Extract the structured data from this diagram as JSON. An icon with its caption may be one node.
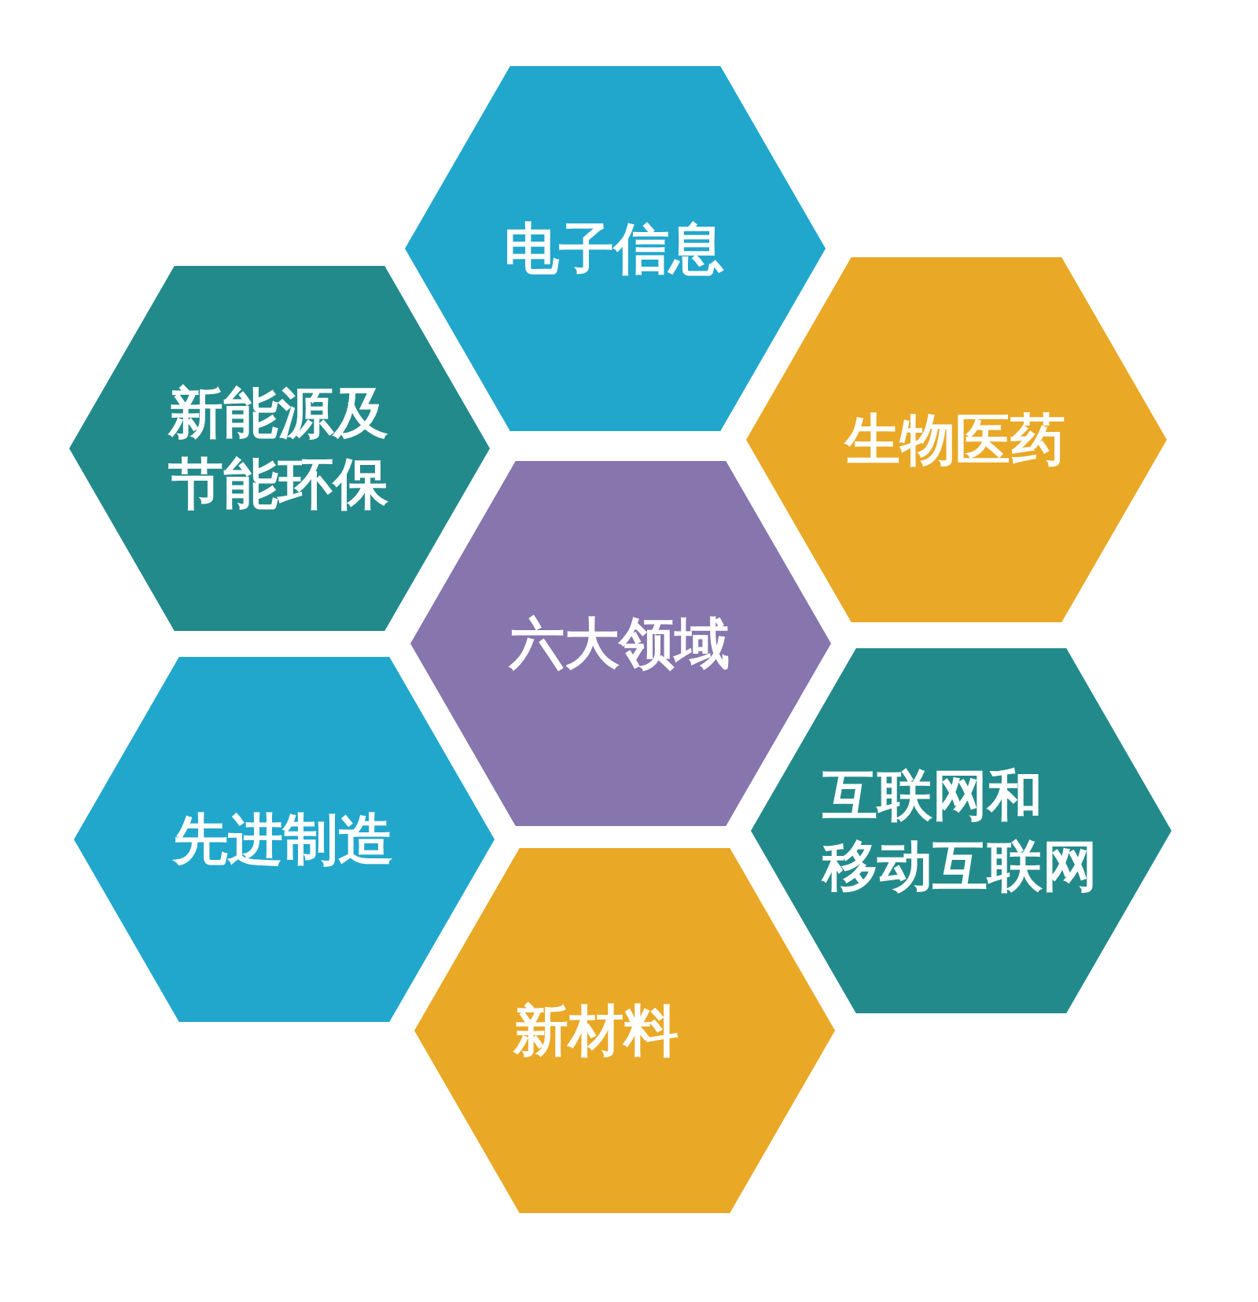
{
  "diagram": {
    "nodes": [
      {
        "text": [
          "电子信息"
        ]
      },
      {
        "text": [
          "新能源及节能环保"
        ]
      },
      {
        "text": [
          "生物医药"
        ]
      },
      {
        "text": [
          "六大领域"
        ]
      },
      {
        "text": [
          "先进制造"
        ]
      },
      {
        "text": [
          "互联网和移动互联网"
        ]
      },
      {
        "text": [
          "新材料"
        ]
      }
    ]
  }
}
